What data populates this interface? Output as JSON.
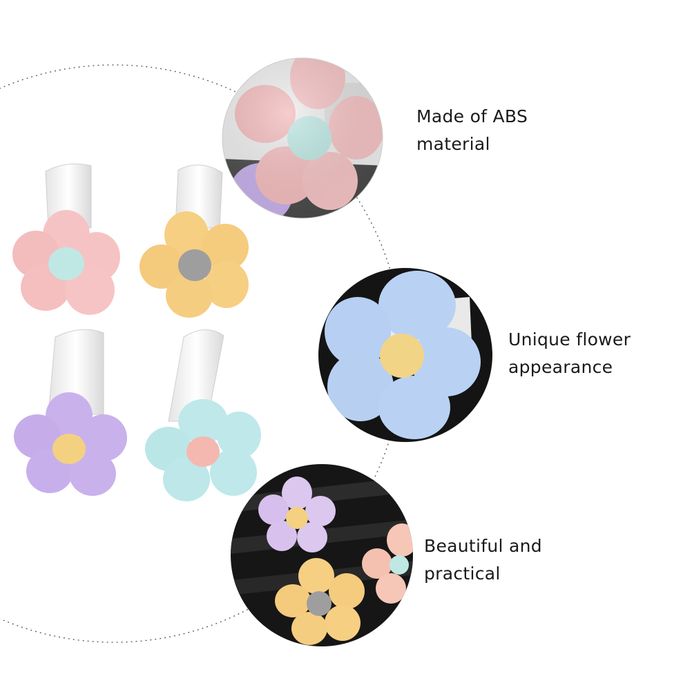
{
  "features": [
    {
      "line1": "Made of ABS",
      "line2": "material"
    },
    {
      "line1": "Unique flower",
      "line2": "appearance"
    },
    {
      "line1": "Beautiful and",
      "line2": "practical"
    }
  ],
  "colors": {
    "pink": "#f6c3c4",
    "yellow": "#f6cf83",
    "purple": "#c9b1ec",
    "mint": "#bfe8ea",
    "blue": "#b9d2f3",
    "dark_background": "#141414",
    "text": "#1a1a1a"
  }
}
